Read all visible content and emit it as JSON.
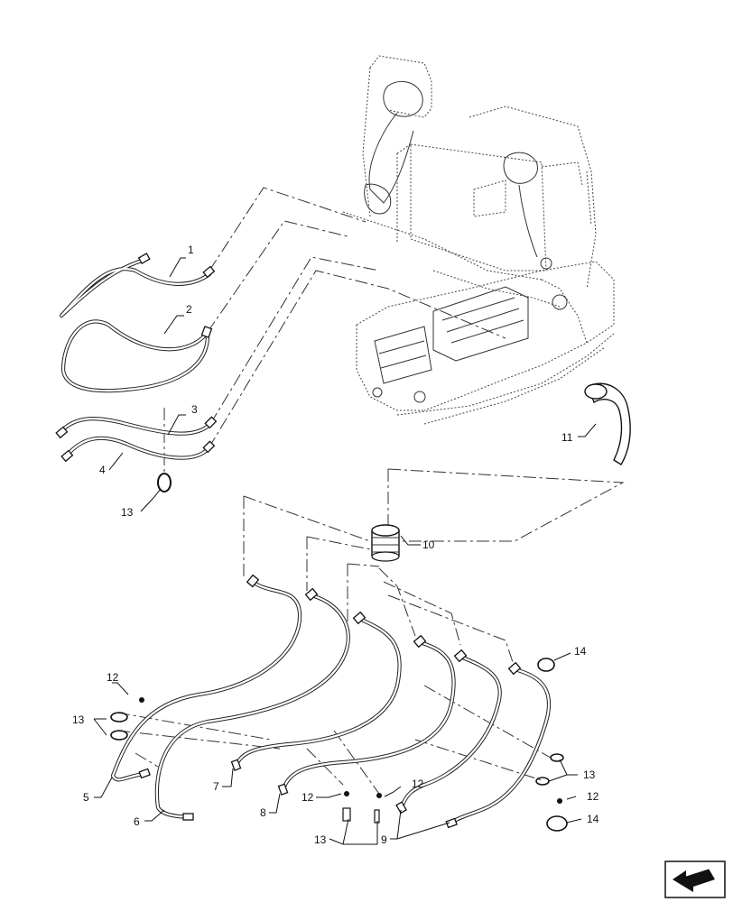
{
  "callouts": {
    "c1": "1",
    "c2": "2",
    "c3": "3",
    "c4": "4",
    "c5": "5",
    "c6": "6",
    "c7": "7",
    "c8": "8",
    "c9": "9",
    "c10": "10",
    "c11": "11",
    "c12a": "12",
    "c12b": "12",
    "c12c": "12",
    "c12d": "12",
    "c13a": "13",
    "c13b": "13",
    "c13c": "13",
    "c13d": "13",
    "c14a": "14",
    "c14b": "14"
  },
  "icons": {
    "nav": "arrow-return-icon"
  },
  "colors": {
    "line": "#222222",
    "background": "#ffffff"
  }
}
